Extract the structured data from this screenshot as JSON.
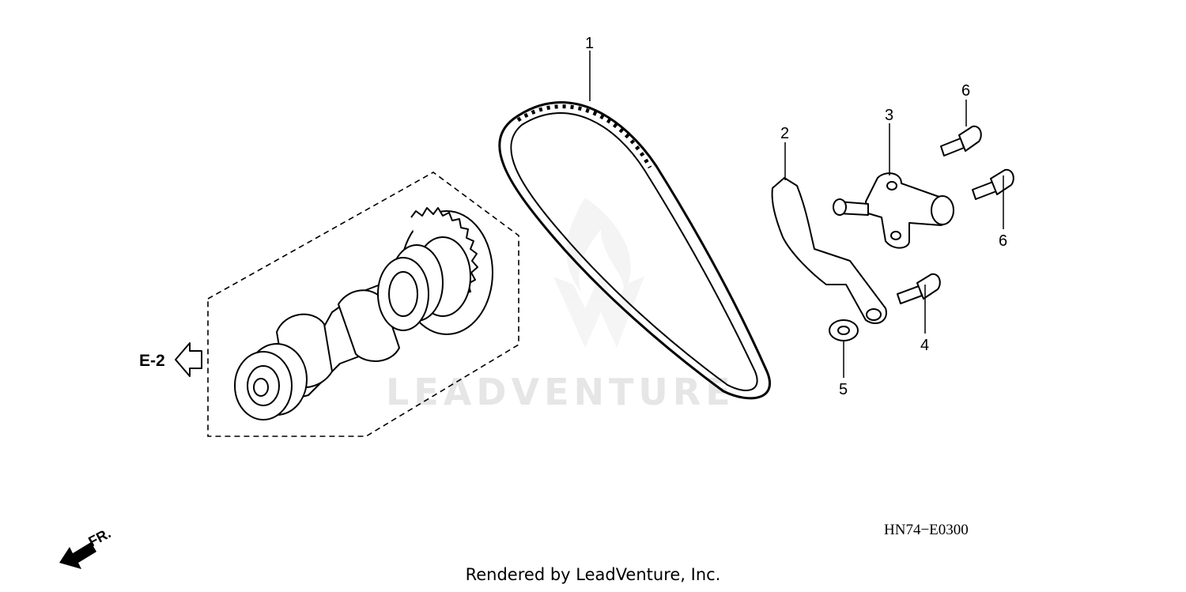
{
  "watermark": {
    "text": "LEADVENTURE"
  },
  "callouts": [
    "1",
    "2",
    "3",
    "4",
    "5",
    "6",
    "6"
  ],
  "reference": {
    "label": "E-2"
  },
  "front_marker": {
    "label": "FR."
  },
  "diagram_code": "HN74−E0300",
  "footer": {
    "rendered_by": "Rendered by LeadVenture, Inc."
  }
}
